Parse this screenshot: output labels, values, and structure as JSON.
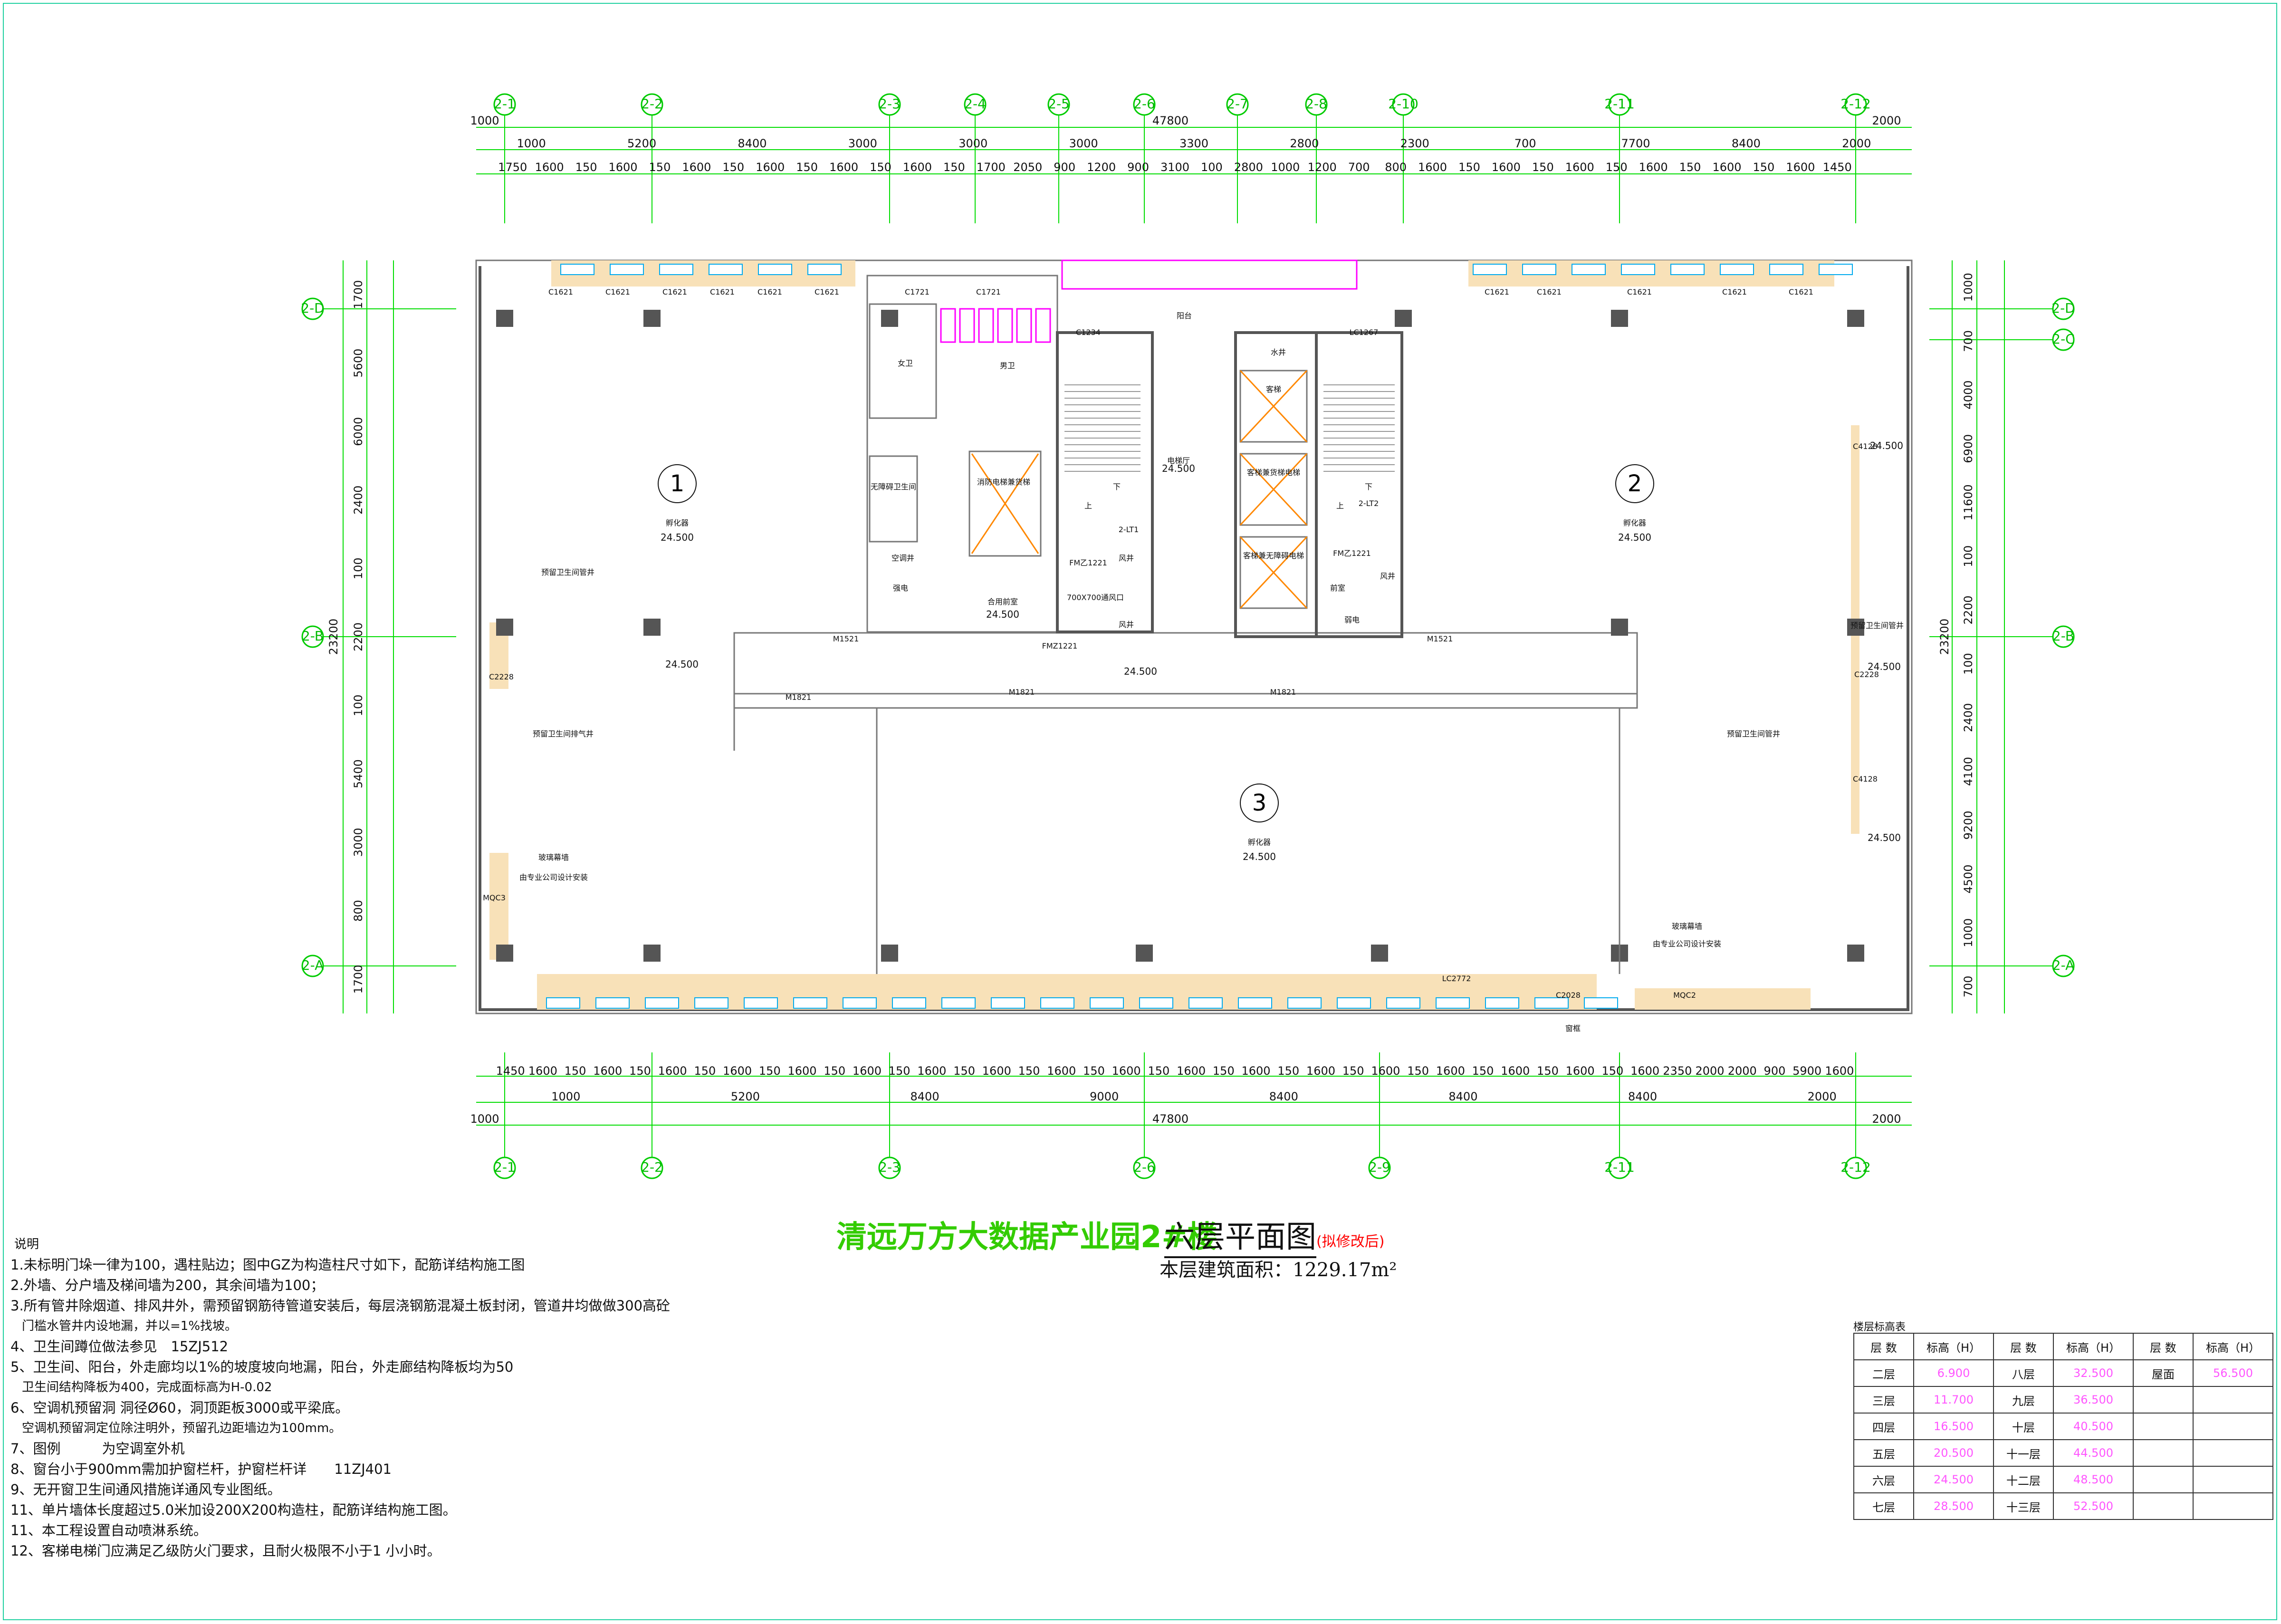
{
  "grid_top": [
    "2-1",
    "2-2",
    "2-3",
    "2-4",
    "2-5",
    "2-6",
    "2-7",
    "2-8",
    "2-10",
    "2-11",
    "2-12"
  ],
  "grid_bottom": [
    "2-1",
    "2-2",
    "2-3",
    "2-6",
    "2-9",
    "2-11",
    "2-12"
  ],
  "grid_left": [
    "2-D",
    "2-B",
    "2-A"
  ],
  "grid_right": [
    "2-D",
    "2-C",
    "2-B",
    "2-A"
  ],
  "dims_top_total": [
    "1000",
    "47800",
    "2000"
  ],
  "dims_top_row2": [
    "1000",
    "5200",
    "8400",
    "3000",
    "3000",
    "3000",
    "3300",
    "2800",
    "2300",
    "700",
    "7700",
    "8400",
    "2000"
  ],
  "dims_top_row3": [
    "1750",
    "1600",
    "150",
    "1600",
    "150",
    "1600",
    "150",
    "1600",
    "150",
    "1600",
    "150",
    "1600",
    "150",
    "1700",
    "2050",
    "900",
    "1200",
    "900",
    "3100",
    "100",
    "2800",
    "1000",
    "1200",
    "700",
    "800",
    "1600",
    "150",
    "1600",
    "150",
    "1600",
    "150",
    "1600",
    "150",
    "1600",
    "150",
    "1600",
    "1450"
  ],
  "dims_bottom_total": [
    "1000",
    "47800",
    "2000"
  ],
  "dims_bottom_row2": [
    "1000",
    "5200",
    "8400",
    "9000",
    "8400",
    "8400",
    "8400",
    "2000"
  ],
  "dims_bottom_row1": [
    "1450",
    "1600",
    "150",
    "1600",
    "150",
    "1600",
    "150",
    "1600",
    "150",
    "1600",
    "150",
    "1600",
    "150",
    "1600",
    "150",
    "1600",
    "150",
    "1600",
    "150",
    "1600",
    "150",
    "1600",
    "150",
    "1600",
    "150",
    "1600",
    "150",
    "1600",
    "150",
    "1600",
    "150",
    "1600",
    "150",
    "1600",
    "150",
    "1600",
    "2350",
    "2000",
    "2000",
    "900",
    "5900",
    "1600"
  ],
  "dims_left": [
    "1700",
    "5600",
    "6000",
    "2400",
    "100",
    "2200",
    "100",
    "5400",
    "3000",
    "800",
    "1700"
  ],
  "dims_left_total": "23200",
  "dims_right": [
    "1000",
    "700",
    "4000",
    "6900",
    "11600",
    "100",
    "2200",
    "100",
    "2400",
    "4100",
    "9200",
    "4500",
    "1000",
    "700"
  ],
  "dims_right_total": "23200",
  "room_numbers": [
    "1",
    "2",
    "3"
  ],
  "room_label": "孵化器",
  "elevation": "24.500",
  "rooms": {
    "female_wc": "女卫",
    "male_wc": "男卫",
    "accessible_wc": "无障碍卫生间",
    "ac_shaft": "空调井",
    "strong_elec": "强电",
    "weak_elec": "弱电",
    "fire_elevator": "消防电梯兼货梯",
    "elevator_hall": "电梯厅",
    "balcony": "阳台",
    "water_shaft": "水井",
    "passenger_elev": "客梯",
    "passenger_elev2": "客梯兼货梯电梯",
    "passenger_elev3": "客梯兼无障碍电梯",
    "stair1": "2-LT1",
    "stair2": "2-LT2",
    "equipment": "前室",
    "smoke_front": "合用前室",
    "air_shaft": "风井",
    "up": "上",
    "down": "下",
    "exhaust": "700X700通风口",
    "curtain_wall": "玻璃幕墙",
    "curtain_note": "由专业公司设计安装",
    "pipe_reserve": "预留卫生间管井",
    "pipe_reserve2": "预留卫生间排气井",
    "window_frame": "窗框"
  },
  "window_labels": [
    "C1621",
    "C1621",
    "C1621",
    "C1621",
    "C1621",
    "C1621",
    "C1721",
    "C1721",
    "C1234",
    "LC1267",
    "C1621",
    "C1621",
    "C1621",
    "C1621",
    "C1621",
    "C2228",
    "C2228",
    "C4128",
    "C4128",
    "MQC3",
    "MQC2",
    "C2028",
    "LC2772"
  ],
  "door_labels": [
    "M1821",
    "M1821",
    "M1521",
    "M1521",
    "M1821",
    "FM乙1221",
    "FM乙1221",
    "FMZ1221"
  ],
  "title": {
    "project": "清远万方大数据产业园2#楼",
    "plan": "六层平面图",
    "note": "(拟修改后)",
    "area": "本层建筑面积：1229.17m²"
  },
  "notes": {
    "head": "说明",
    "items": [
      "1.未标明门垛一律为100，遇柱贴边；图中GZ为构造柱尺寸如下，配筋详结构施工图",
      "2.外墙、分户墙及梯间墙为200，其余间墙为100；",
      "3.所有管井除烟道、排风井外，需预留钢筋待管道安装后，每层浇钢筋混凝土板封闭，管道井均做做300高砼",
      "门槛水管井内设地漏，并以=1%找坡。",
      "4、卫生间蹲位做法参见　15ZJ512",
      "5、卫生间、阳台，外走廊均以1%的坡度坡向地漏，阳台，外走廊结构降板均为50",
      "卫生间结构降板为400，完成面标高为H-0.02",
      "6、空调机预留洞 洞径Ø60，洞顶距板3000或平梁底。",
      "空调机预留洞定位除注明外，预留孔边距墙边为100mm。",
      "7、图例　　　为空调室外机",
      "8、窗台小于900mm需加护窗栏杆，护窗栏杆详　　11ZJ401",
      "9、无开窗卫生间通风措施详通风专业图纸。",
      "11、单片墙体长度超过5.0米加设200X200构造柱，配筋详结构施工图。",
      "11、本工程设置自动喷淋系统。",
      "12、客梯电梯门应满足乙级防火门要求，且耐火极限不小于1 小小时。"
    ]
  },
  "level_table": {
    "title": "楼层标高表",
    "headers": [
      "层 数",
      "标高（H）",
      "层 数",
      "标高（H）",
      "层 数",
      "标高（H）"
    ],
    "rows": [
      [
        "二层",
        "6.900",
        "八层",
        "32.500",
        "屋面",
        "56.500"
      ],
      [
        "三层",
        "11.700",
        "九层",
        "36.500",
        "",
        ""
      ],
      [
        "四层",
        "16.500",
        "十层",
        "40.500",
        "",
        ""
      ],
      [
        "五层",
        "20.500",
        "十一层",
        "44.500",
        "",
        ""
      ],
      [
        "六层",
        "24.500",
        "十二层",
        "48.500",
        "",
        ""
      ],
      [
        "七层",
        "28.500",
        "十三层",
        "52.500",
        "",
        ""
      ]
    ]
  }
}
